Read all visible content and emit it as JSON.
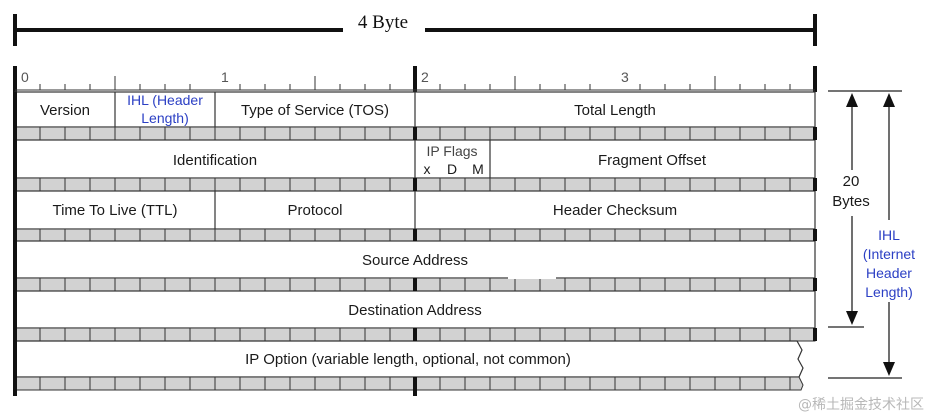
{
  "header": {
    "width_label": "4 Byte",
    "byte_indices": [
      "0",
      "1",
      "2",
      "3"
    ]
  },
  "rows": [
    {
      "fields": [
        {
          "id": "version",
          "label": "Version"
        },
        {
          "id": "ihl",
          "label_lines": [
            "IHL (Header",
            "Length)"
          ],
          "color": "#2b3fc4"
        },
        {
          "id": "tos",
          "label": "Type of Service (TOS)"
        },
        {
          "id": "total-length",
          "label": "Total Length"
        }
      ]
    },
    {
      "fields": [
        {
          "id": "identification",
          "label": "Identification"
        },
        {
          "id": "ip-flags",
          "label": "IP Flags",
          "flags": [
            "x",
            "D",
            "M"
          ]
        },
        {
          "id": "fragment-offset",
          "label": "Fragment Offset"
        }
      ]
    },
    {
      "fields": [
        {
          "id": "ttl",
          "label": "Time To Live (TTL)"
        },
        {
          "id": "protocol",
          "label": "Protocol"
        },
        {
          "id": "header-checksum",
          "label": "Header Checksum"
        }
      ]
    },
    {
      "fields": [
        {
          "id": "source-address",
          "label": "Source Address"
        }
      ]
    },
    {
      "fields": [
        {
          "id": "destination-address",
          "label": "Destination Address"
        }
      ]
    },
    {
      "fields": [
        {
          "id": "ip-option",
          "label": "IP Option (variable length, optional, not common)"
        }
      ]
    }
  ],
  "side": {
    "bytes_label_lines": [
      "20",
      "Bytes"
    ],
    "ihl_label_lines": [
      "IHL",
      "(Internet",
      "Header",
      "Length)"
    ],
    "ihl_color": "#2b3fc4"
  },
  "watermark": "@稀土掘金技术社区"
}
